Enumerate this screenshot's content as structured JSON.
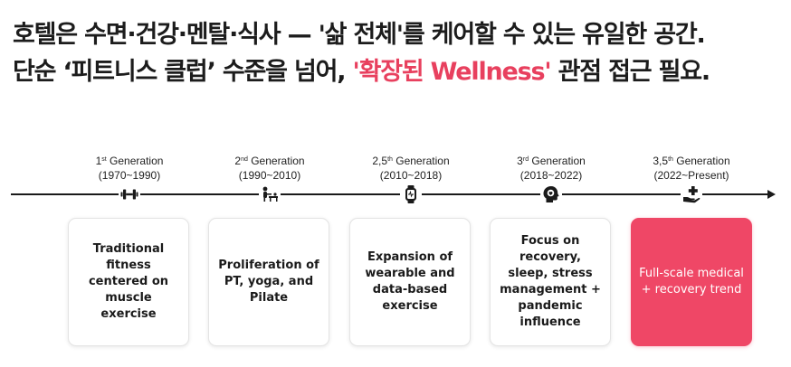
{
  "headline": {
    "line1": "호텔은 수면·건강·멘탈·식사 — '삶 전체'를 케어할 수 있는 유일한 공간.",
    "line2_before": "단순 ‘피트니스 클럽’ 수준을 넘어, ",
    "line2_accent": "'확장된 Wellness'",
    "line2_after": " 관점 접근 필요."
  },
  "colors": {
    "accent": "#e8405e",
    "highlight_card": "#ef4766",
    "axis": "#1a1a1a"
  },
  "generations": [
    {
      "num": "1",
      "sup": "st",
      "label": " Generation",
      "years": "(1970~1990)",
      "icon": "dumbbell-icon",
      "description": "Traditional fitness centered on muscle exercise"
    },
    {
      "num": "2",
      "sup": "nd",
      "label": " Generation",
      "years": "(1990~2010)",
      "icon": "trainer-icon",
      "description": "Proliferation of PT, yoga, and Pilate"
    },
    {
      "num": "2,5",
      "sup": "th",
      "label": " Generation",
      "years": "(2010~2018)",
      "icon": "smartwatch-icon",
      "description": "Expansion of wearable and data-based exercise"
    },
    {
      "num": "3",
      "sup": "rd",
      "label": " Generation",
      "years": "(2018~2022)",
      "icon": "brain-icon",
      "description": "Focus on recovery, sleep, stress management + pandemic influence"
    },
    {
      "num": "3,5",
      "sup": "th",
      "label": " Generation",
      "years": "(2022~Present)",
      "icon": "medical-care-icon",
      "description": "Full-scale medical + recovery trend"
    }
  ]
}
